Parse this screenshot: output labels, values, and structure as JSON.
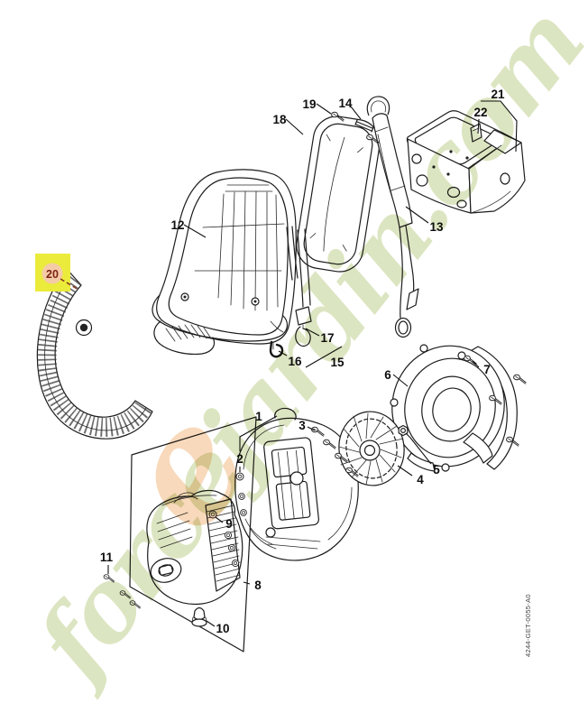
{
  "diagram": {
    "part_labels": [
      {
        "num": "1"
      },
      {
        "num": "2"
      },
      {
        "num": "3"
      },
      {
        "num": "4"
      },
      {
        "num": "5"
      },
      {
        "num": "6"
      },
      {
        "num": "7"
      },
      {
        "num": "8"
      },
      {
        "num": "9"
      },
      {
        "num": "10"
      },
      {
        "num": "11"
      },
      {
        "num": "12"
      },
      {
        "num": "13"
      },
      {
        "num": "14"
      },
      {
        "num": "15"
      },
      {
        "num": "16"
      },
      {
        "num": "17"
      },
      {
        "num": "18"
      },
      {
        "num": "19"
      },
      {
        "num": "20"
      },
      {
        "num": "21"
      },
      {
        "num": "22"
      }
    ],
    "highlighted_part": "20",
    "drawing_code": "4244-GET-0055-A0",
    "watermark": {
      "text": "forcejardin.com",
      "accent_glyph": "e"
    },
    "colors": {
      "line": "#1c1c1c",
      "highlight_box": "#ebeb3c",
      "highlight_circle": "#f4cba6",
      "highlight_text": "#7c2215",
      "highlight_leader": "#8c3a20",
      "watermark_green": "#b9cc84",
      "watermark_orange": "#eda45c"
    }
  }
}
